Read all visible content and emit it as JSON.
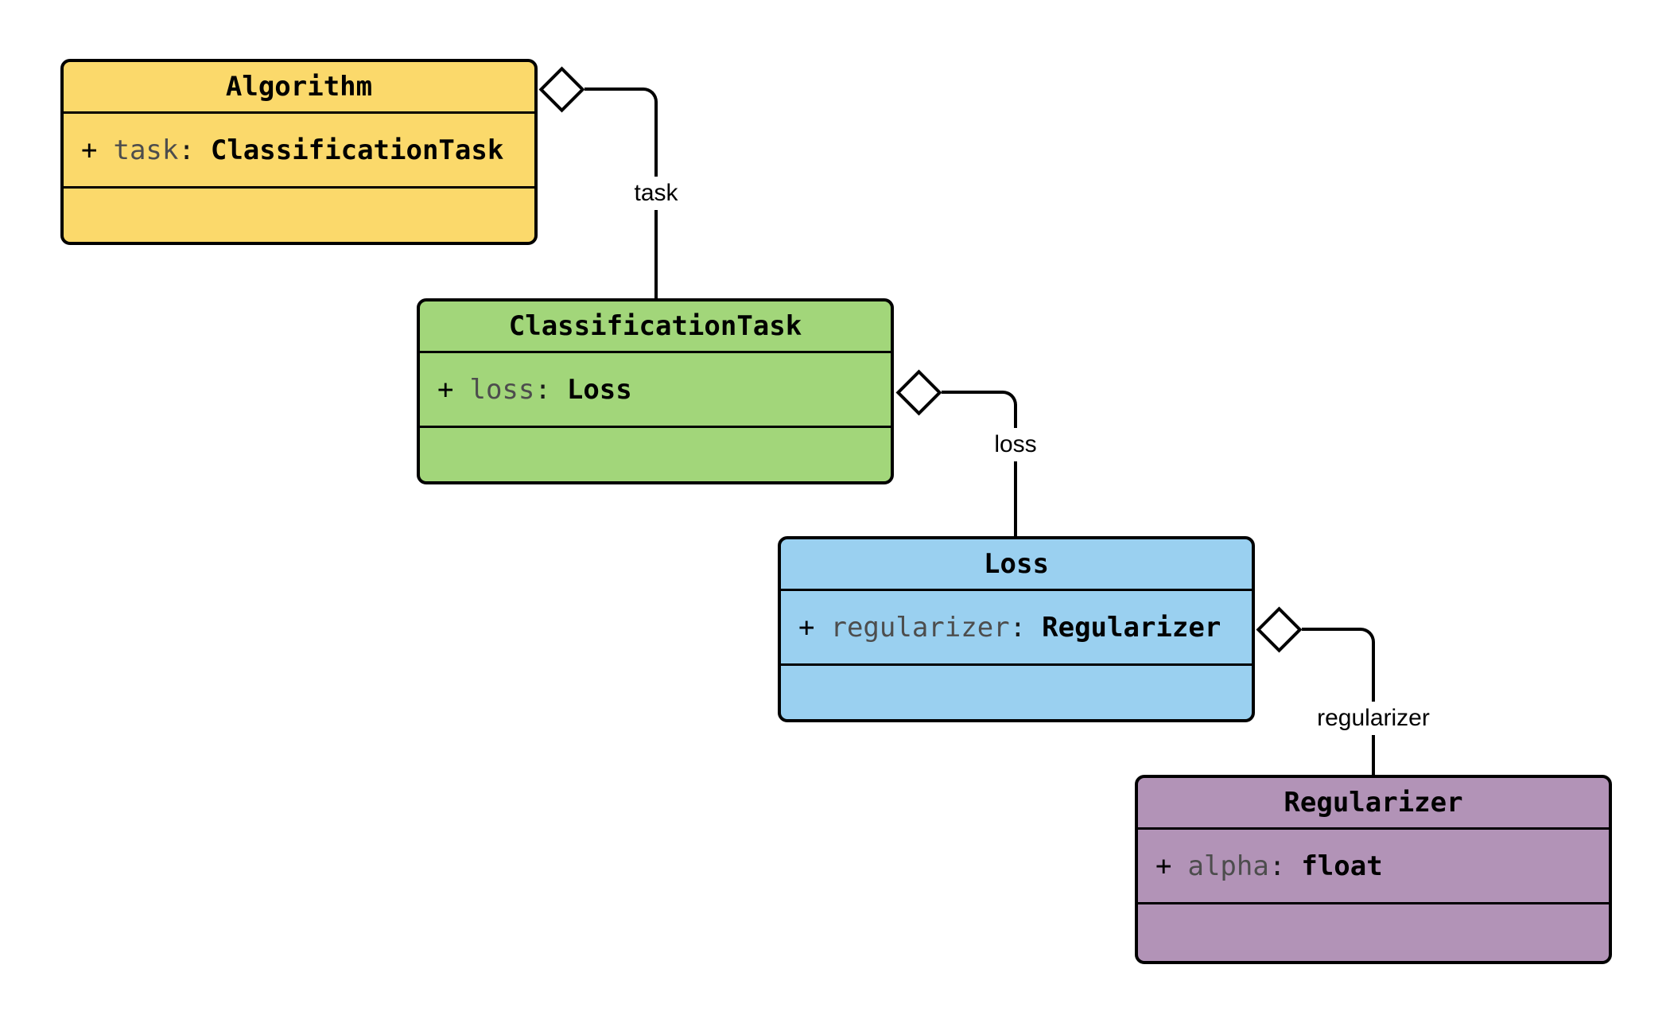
{
  "diagram_type": "uml-class-diagram",
  "background": "#ffffff",
  "stroke_color": "#000000",
  "attribute_name_color": "#4d4d4d",
  "classes": [
    {
      "title": "Algorithm",
      "fill": "#FBD96B",
      "attribute": {
        "visibility": "+",
        "name": "task",
        "separator": ":",
        "type": "ClassificationTask"
      }
    },
    {
      "title": "ClassificationTask",
      "fill": "#A2D67A",
      "attribute": {
        "visibility": "+",
        "name": "loss",
        "separator": ":",
        "type": "Loss"
      }
    },
    {
      "title": "Loss",
      "fill": "#9AD0F0",
      "attribute": {
        "visibility": "+",
        "name": "regularizer",
        "separator": ":",
        "type": "Regularizer"
      }
    },
    {
      "title": "Regularizer",
      "fill": "#B293B7",
      "attribute": {
        "visibility": "+",
        "name": "alpha",
        "separator": ":",
        "type": "float"
      }
    }
  ],
  "edges": [
    {
      "label": "task",
      "from": "Algorithm",
      "to": "ClassificationTask",
      "kind": "aggregation"
    },
    {
      "label": "loss",
      "from": "ClassificationTask",
      "to": "Loss",
      "kind": "aggregation"
    },
    {
      "label": "regularizer",
      "from": "Loss",
      "to": "Regularizer",
      "kind": "aggregation"
    }
  ]
}
